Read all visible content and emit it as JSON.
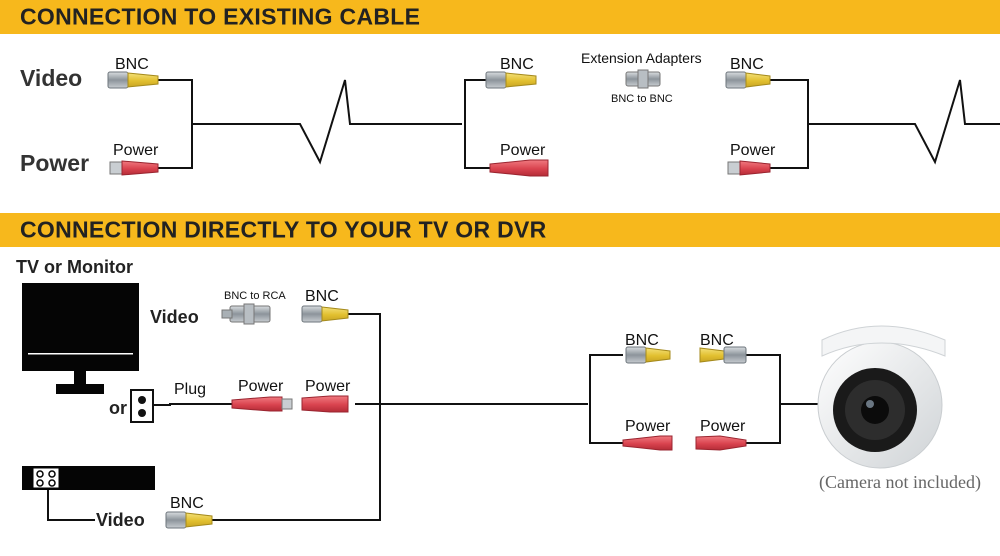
{
  "banners": {
    "existing": "CONNECTION TO EXISTING CABLE",
    "direct": "CONNECTION DIRECTLY TO YOUR TV OR DVR"
  },
  "existing": {
    "video_label": "Video",
    "power_label": "Power",
    "bnc_1": "BNC",
    "power_1": "Power",
    "bnc_2": "BNC",
    "power_2": "Power",
    "adapter_title": "Extension Adapters",
    "adapter_sub": "BNC to BNC",
    "bnc_3": "BNC",
    "power_3": "Power"
  },
  "direct": {
    "tv_label": "TV or Monitor",
    "video_label": "Video",
    "bnc_to_rca": "BNC to RCA",
    "bnc_top": "BNC",
    "or_label": "or",
    "plug_label": "Plug",
    "power_a": "Power",
    "power_b": "Power",
    "dvr_video_label": "Video",
    "bnc_dvr": "BNC",
    "bnc_mid": "BNC",
    "bnc_cam": "BNC",
    "power_mid": "Power",
    "power_cam": "Power",
    "camera_note": "(Camera not included)"
  },
  "colors": {
    "banner": "#f7b81c",
    "bnc_yellow": "#e8c93a",
    "power_red": "#d9434f",
    "metal": "#9ba3aa",
    "wire": "#111111"
  }
}
